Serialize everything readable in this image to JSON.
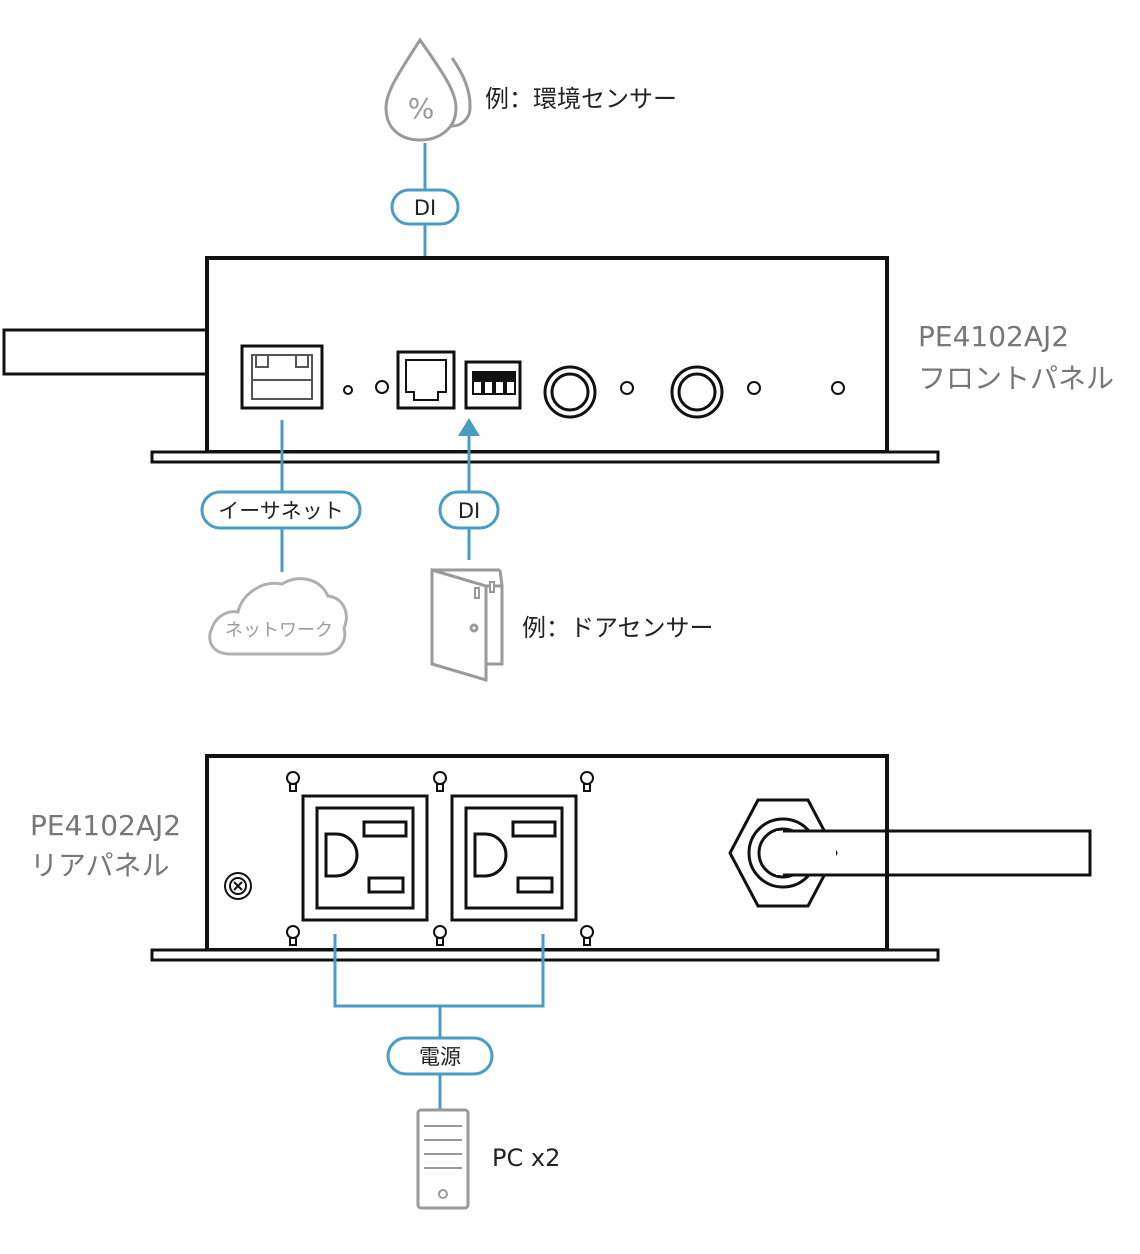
{
  "labels": {
    "env_sensor": "例：環境センサー",
    "door_sensor": "例：ドアセンサー",
    "pc": "PC x2"
  },
  "pills": {
    "di_top": "DI",
    "di_bottom": "DI",
    "ethernet": "イーサネット",
    "power": "電源"
  },
  "cloud": {
    "label": "ネットワーク"
  },
  "humidity": {
    "symbol": "%"
  },
  "front_panel": {
    "model": "PE4102AJ2",
    "name": "フロントパネル"
  },
  "rear_panel": {
    "model": "PE4102AJ2",
    "name": "リアパネル"
  },
  "colors": {
    "accent": "#4a9cc4",
    "device_stroke": "#111111",
    "icon_gray": "#9a9a9a"
  }
}
